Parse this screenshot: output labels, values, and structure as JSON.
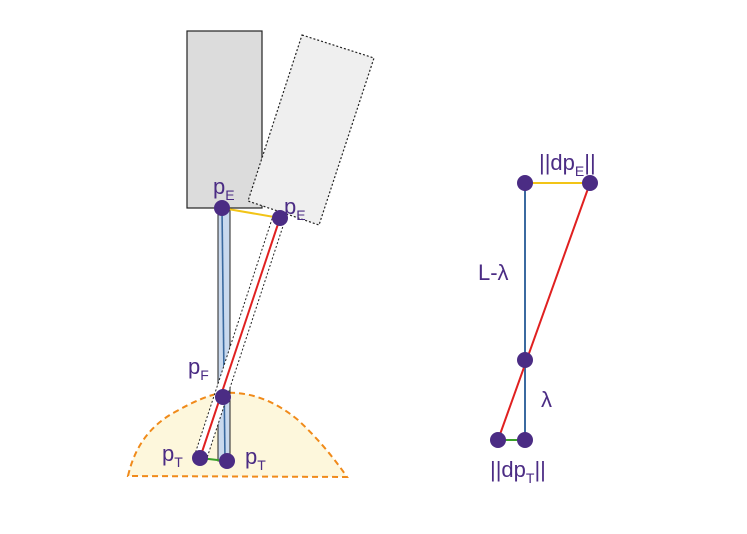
{
  "colors": {
    "point": "#4b2c84",
    "original_tool": "#3b6aa0",
    "original_tool_fill": "#c9d9ee",
    "displaced_tool": "#e02020",
    "displacement_top": "#f2c417",
    "displacement_bottom": "#3aa02a",
    "soft_tissue_border": "#f08a1a",
    "soft_tissue_fill": "#fdf7dc",
    "body_original_fill": "#dcdcdc",
    "body_displaced_fill": "#efefef",
    "body_stroke": "#222222"
  },
  "left_figure": {
    "labels": {
      "p_e_original": {
        "base": "p",
        "sub": "E"
      },
      "p_e_displaced": {
        "base": "p",
        "sub": "E"
      },
      "p_f": {
        "base": "p",
        "sub": "F"
      },
      "p_t_displaced": {
        "base": "p",
        "sub": "T"
      },
      "p_t_original": {
        "base": "p",
        "sub": "T"
      }
    }
  },
  "right_figure": {
    "labels": {
      "dp_e": {
        "pre": "||dp",
        "sub": "E",
        "post": "||"
      },
      "l_minus_lambda": "L-λ",
      "lambda": "λ",
      "dp_t": {
        "pre": "||dp",
        "sub": "T",
        "post": "||"
      }
    }
  }
}
